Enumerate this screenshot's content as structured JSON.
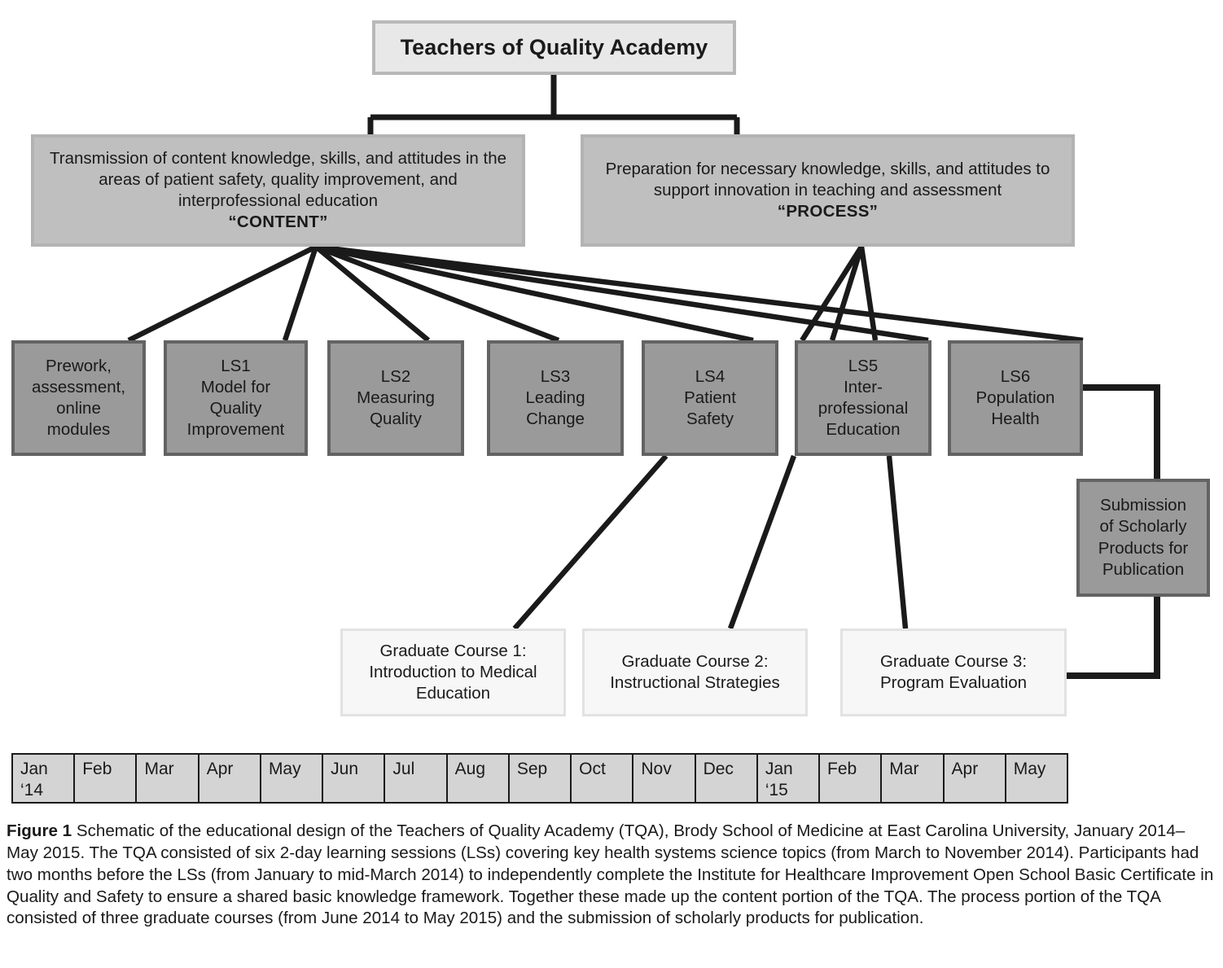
{
  "diagram": {
    "root": {
      "label": "Teachers of Quality Academy"
    },
    "pillars": [
      {
        "name": "content",
        "text": "Transmission of content knowledge, skills, and attitudes in the areas of patient safety, quality improvement, and interprofessional education",
        "tag": "“CONTENT”"
      },
      {
        "name": "process",
        "text": "Preparation for necessary knowledge, skills, and attitudes to support innovation in teaching and assessment",
        "tag": "“PROCESS”"
      }
    ],
    "sessions": [
      {
        "id": "prework",
        "label": "Prework,\nassessment,\nonline\nmodules"
      },
      {
        "id": "ls1",
        "label": "LS1\nModel for\nQuality\nImprovement"
      },
      {
        "id": "ls2",
        "label": "LS2\nMeasuring\nQuality"
      },
      {
        "id": "ls3",
        "label": "LS3\nLeading\nChange"
      },
      {
        "id": "ls4",
        "label": "LS4\nPatient\nSafety"
      },
      {
        "id": "ls5",
        "label": "LS5\nInter-\nprofessional\nEducation"
      },
      {
        "id": "ls6",
        "label": "LS6\nPopulation\nHealth"
      }
    ],
    "submission": {
      "label": "Submission\nof Scholarly\nProducts for\nPublication"
    },
    "courses": [
      {
        "id": "course1",
        "label": "Graduate Course 1:\nIntroduction to Medical\nEducation"
      },
      {
        "id": "course2",
        "label": "Graduate Course 2:\nInstructional Strategies"
      },
      {
        "id": "course3",
        "label": "Graduate Course 3:\nProgram Evaluation"
      }
    ]
  },
  "timeline": {
    "months": [
      "Jan\n‘14",
      "Feb",
      "Mar",
      "Apr",
      "May",
      "Jun",
      "Jul",
      "Aug",
      "Sep",
      "Oct",
      "Nov",
      "Dec",
      "Jan\n‘15",
      "Feb",
      "Mar",
      "Apr",
      "May"
    ]
  },
  "caption": {
    "figure_label": "Figure 1",
    "text": " Schematic of the educational design of the Teachers of Quality Academy (TQA), Brody School of Medicine at East Carolina University, January 2014–May 2015. The TQA consisted of six 2-day learning sessions (LSs) covering key health systems science topics (from March to November 2014). Participants had two months before the LSs (from January to mid-March 2014) to independently complete the Institute for Healthcare Improvement Open School Basic Certificate in Quality and Safety to ensure a shared basic knowledge framework. Together these made up the content portion of the TQA. The process portion of the TQA consisted of three graduate courses (from June 2014 to May 2015) and the submission of scholarly products for publication."
  },
  "colors": {
    "root_fill": "#e8e8e8",
    "pillar_fill": "#bfbfbf",
    "session_fill": "#9a9a9a",
    "course_fill": "#f7f7f7",
    "timeline_fill": "#d4d4d4",
    "edge": "#1a1a1a"
  }
}
